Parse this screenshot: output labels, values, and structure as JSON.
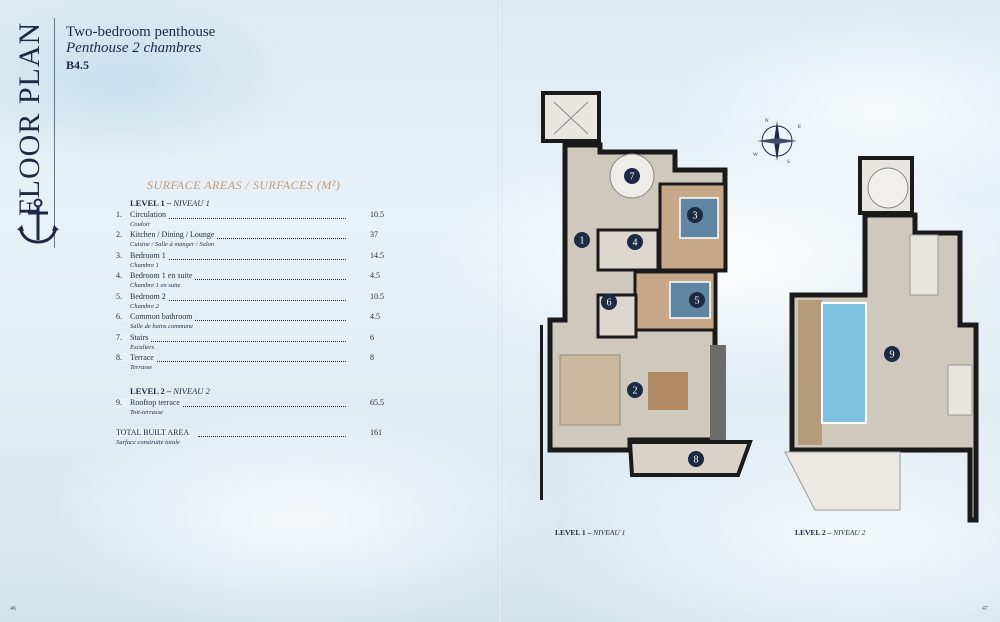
{
  "side_title": "FLOOR PLAN",
  "header": {
    "title_en": "Two-bedroom penthouse",
    "title_fr": "Penthouse 2 chambres",
    "unit": "B4.5"
  },
  "areas_title": "SURFACE AREAS / SURFACES (M²)",
  "level1": {
    "label": "LEVEL 1",
    "label_fr": "NIVEAU 1",
    "rows": [
      {
        "num": "1.",
        "name": "Circulation",
        "fr": "Couloir",
        "value": "10.5"
      },
      {
        "num": "2.",
        "name": "Kitchen / Dining / Lounge",
        "fr": "Cuisine / Salle à manger / Salon",
        "value": "37"
      },
      {
        "num": "3.",
        "name": "Bedroom 1",
        "fr": "Chambre 1",
        "value": "14.5"
      },
      {
        "num": "4.",
        "name": "Bedroom 1 en suite",
        "fr": "Chambre 1 en suite",
        "value": "4.5"
      },
      {
        "num": "5.",
        "name": "Bedroom 2",
        "fr": "Chambre 2",
        "value": "10.5"
      },
      {
        "num": "6.",
        "name": "Common bathroom",
        "fr": "Salle de bains commune",
        "value": "4.5"
      },
      {
        "num": "7.",
        "name": "Stairs",
        "fr": "Escaliers",
        "value": "6"
      },
      {
        "num": "8.",
        "name": "Terrace",
        "fr": "Terrasse",
        "value": "8"
      }
    ]
  },
  "level2": {
    "label": "LEVEL 2",
    "label_fr": "NIVEAU 2",
    "rows": [
      {
        "num": "9.",
        "name": "Rooftop terrace",
        "fr": "Toit-terrasse",
        "value": "65.5"
      }
    ]
  },
  "total": {
    "label": "TOTAL BUILT AREA",
    "fr": "Surface construite totale",
    "value": "161"
  },
  "plan_captions": {
    "level1": "LEVEL 1",
    "level1_fr": "NIVEAU 1",
    "level2": "LEVEL 2",
    "level2_fr": "NIVEAU 2"
  },
  "room_markers": [
    "1",
    "2",
    "3",
    "4",
    "5",
    "6",
    "7",
    "8",
    "9"
  ],
  "compass_letters": [
    "N",
    "S",
    "E",
    "W"
  ],
  "page_numbers": {
    "left": "46",
    "right": "47"
  },
  "colors": {
    "navy": "#1d2a44",
    "accent": "#c49873",
    "floor": "#cfc8bd",
    "wall": "#1a1a1a"
  }
}
